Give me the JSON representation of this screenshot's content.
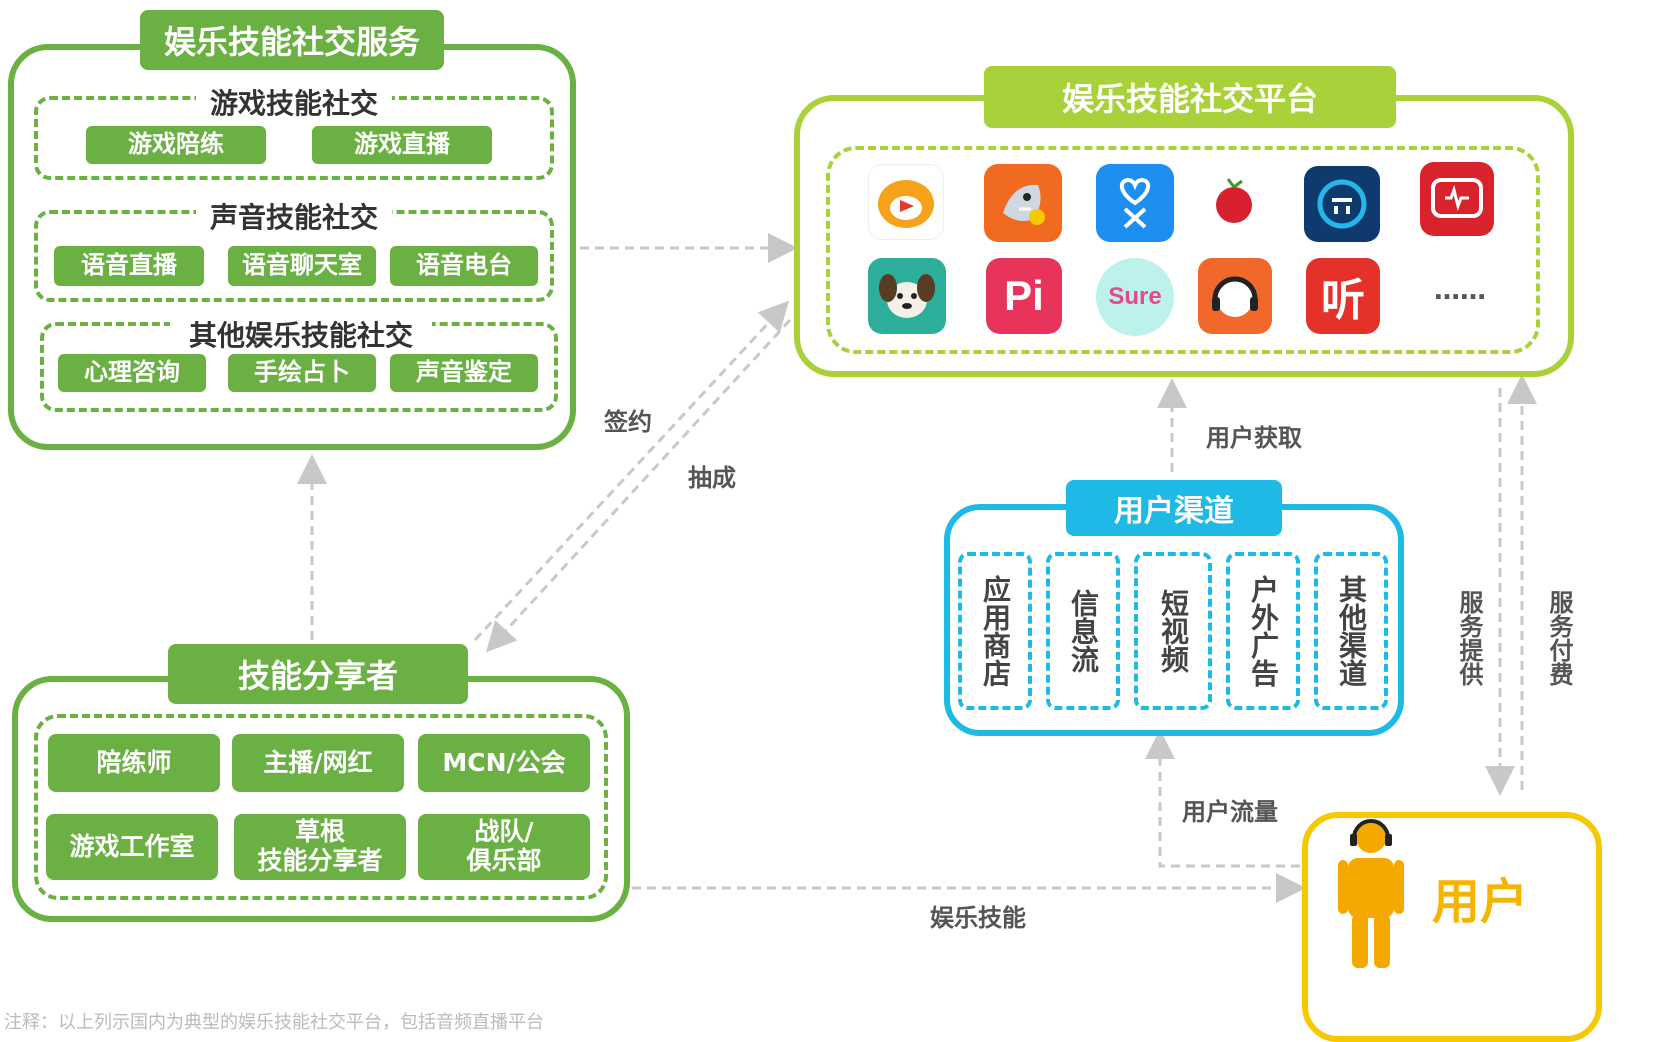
{
  "top_left": {
    "title": "娱乐技能社交服务",
    "groups": [
      {
        "title": "游戏技能社交",
        "items": [
          "游戏陪练",
          "游戏直播"
        ]
      },
      {
        "title": "声音技能社交",
        "items": [
          "语音直播",
          "语音聊天室",
          "语音电台"
        ]
      },
      {
        "title": "其他娱乐技能社交",
        "items": [
          "心理咨询",
          "手绘占卜",
          "声音鉴定"
        ]
      }
    ]
  },
  "platform": {
    "title": "娱乐技能社交平台",
    "more": "……"
  },
  "sharers": {
    "title": "技能分享者",
    "items": [
      "陪练师",
      "主播/网红",
      "MCN/公会",
      "游戏工作室",
      "草根\n技能分享者",
      "战队/\n俱乐部"
    ]
  },
  "channels": {
    "title": "用户渠道",
    "items": [
      "应用商店",
      "信息流",
      "短视频",
      "户外广告",
      "其他渠道"
    ]
  },
  "user": {
    "label": "用户"
  },
  "arrows": {
    "sign": "签约",
    "commission": "抽成",
    "acquire": "用户获取",
    "traffic": "用户流量",
    "entertain": "娱乐技能",
    "service_provide": "服务提供",
    "service_pay": "服务付费"
  },
  "footnote": "注释：以上列示国内为典型的娱乐技能社交平台，包括音频直播平台",
  "colors": {
    "green": "#6ab042",
    "lime": "#a9d13a",
    "blue": "#1fb9e6",
    "yellow": "#f5c800",
    "arrow": "#c8c8c8"
  },
  "icons": [
    "tiger-app-icon",
    "shark-app-icon",
    "heart-app-icon",
    "lychee-app-icon",
    "chat-face-app-icon",
    "red-radio-app-icon",
    "dog-app-icon",
    "pi-app-icon",
    "sure-app-icon",
    "headphone-face-app-icon",
    "ting-app-icon",
    "person-with-headset-icon"
  ]
}
